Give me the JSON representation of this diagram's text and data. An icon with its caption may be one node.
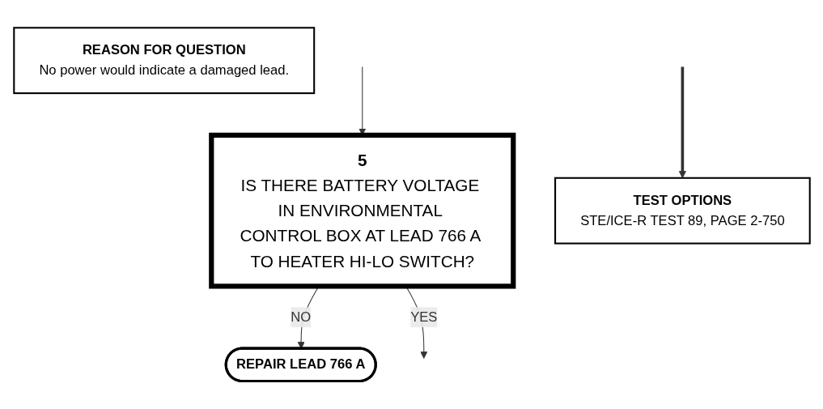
{
  "diagram": {
    "nodes": [
      {
        "text": [
          "5",
          "IS THERE BATTERY VOLTAGE IN ENVIRONMENTAL CONTROL BOX AT LEAD 766 A TO HEATER HI-LO SWITCH?"
        ]
      },
      {
        "text": [
          "TEST OPTIONS",
          "STE/ICE-R TEST 89, PAGE 2-750"
        ]
      },
      {
        "text": [
          "REASON FOR QUESTION",
          "No power would indicate a damaged lead."
        ]
      },
      {
        "text": [
          "REPAIR LEAD 766 A"
        ]
      }
    ],
    "edges": [
      {
        "from": null,
        "to": 0,
        "arrow": "to"
      },
      {
        "from": null,
        "to": 1,
        "arrow": "to",
        "style": "thick"
      },
      {
        "from": 0,
        "to": 3,
        "label": "NO",
        "arrow": "to"
      },
      {
        "from": 0,
        "to": null,
        "label": "YES",
        "arrow": "to"
      }
    ]
  }
}
